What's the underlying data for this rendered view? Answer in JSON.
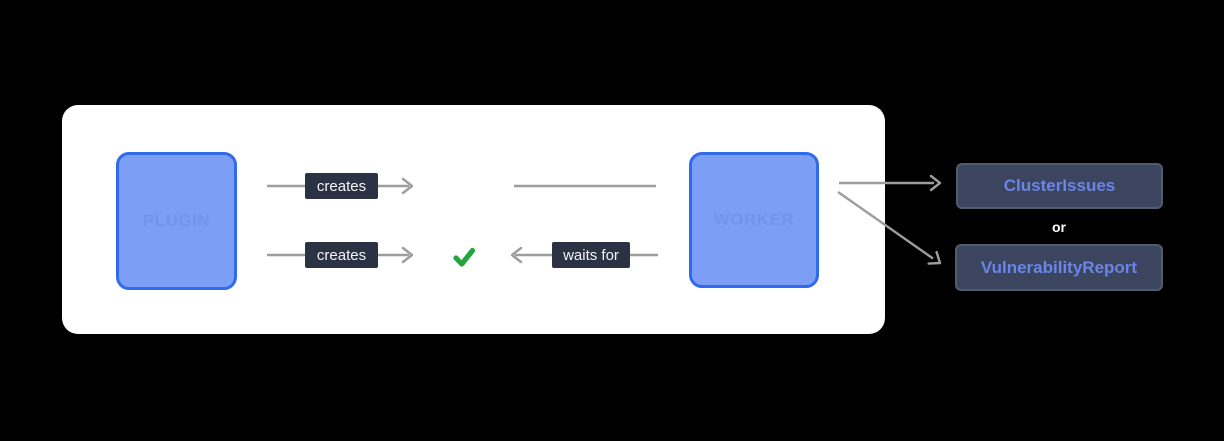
{
  "diagram": {
    "plugin": {
      "label": "PLUGIN"
    },
    "worker": {
      "label": "WORKER"
    },
    "edges": {
      "creates_top": "creates",
      "creates_bottom": "creates",
      "waits_for": "waits for"
    },
    "outputs": {
      "or_label": "or",
      "items": [
        {
          "label": "ClusterIssues"
        },
        {
          "label": "VulnerabilityReport"
        }
      ]
    },
    "icons": {
      "check": "check-icon"
    }
  },
  "colors": {
    "background": "#000000",
    "panel": "#ffffff",
    "node_fill": "#7d9ef5",
    "node_border": "#2f6bec",
    "node_text": "#7295ea",
    "edge_label_bg": "#2b3243",
    "edge_label_text": "#f3f4f6",
    "arrow": "#9d9d9d",
    "check_green": "#22a63e",
    "output_bg": "#3b4560",
    "output_border": "#4f5d6d",
    "output_text": "#6b85e6",
    "or_text": "#ffffff"
  }
}
